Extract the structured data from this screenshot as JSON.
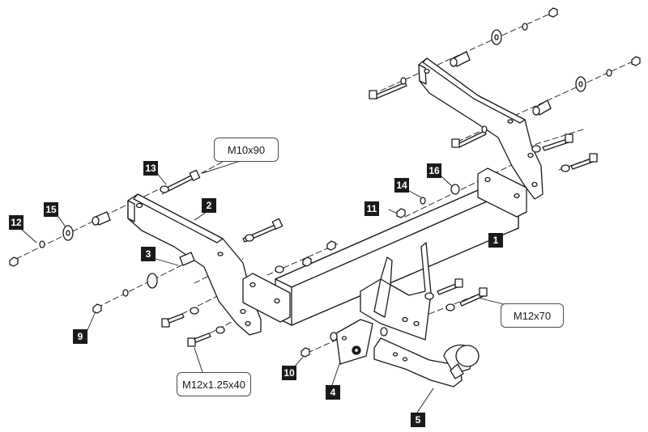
{
  "colors": {
    "ink": "#1a1a1a",
    "label_bg": "#1a1a1a",
    "label_text": "#ffffff",
    "part_fill": "#ffffff"
  },
  "part_numbers": {
    "p1": "1",
    "p2": "2",
    "p3": "3",
    "p4": "4",
    "p5": "5",
    "p9": "9",
    "p10": "10",
    "p11": "11",
    "p12": "12",
    "p13": "13",
    "p14": "14",
    "p15": "15",
    "p16": "16"
  },
  "specs": {
    "bolt_13": "M10x90",
    "bolt_right": "M12x70",
    "bolt_bottom": "M12x1.25x40"
  }
}
